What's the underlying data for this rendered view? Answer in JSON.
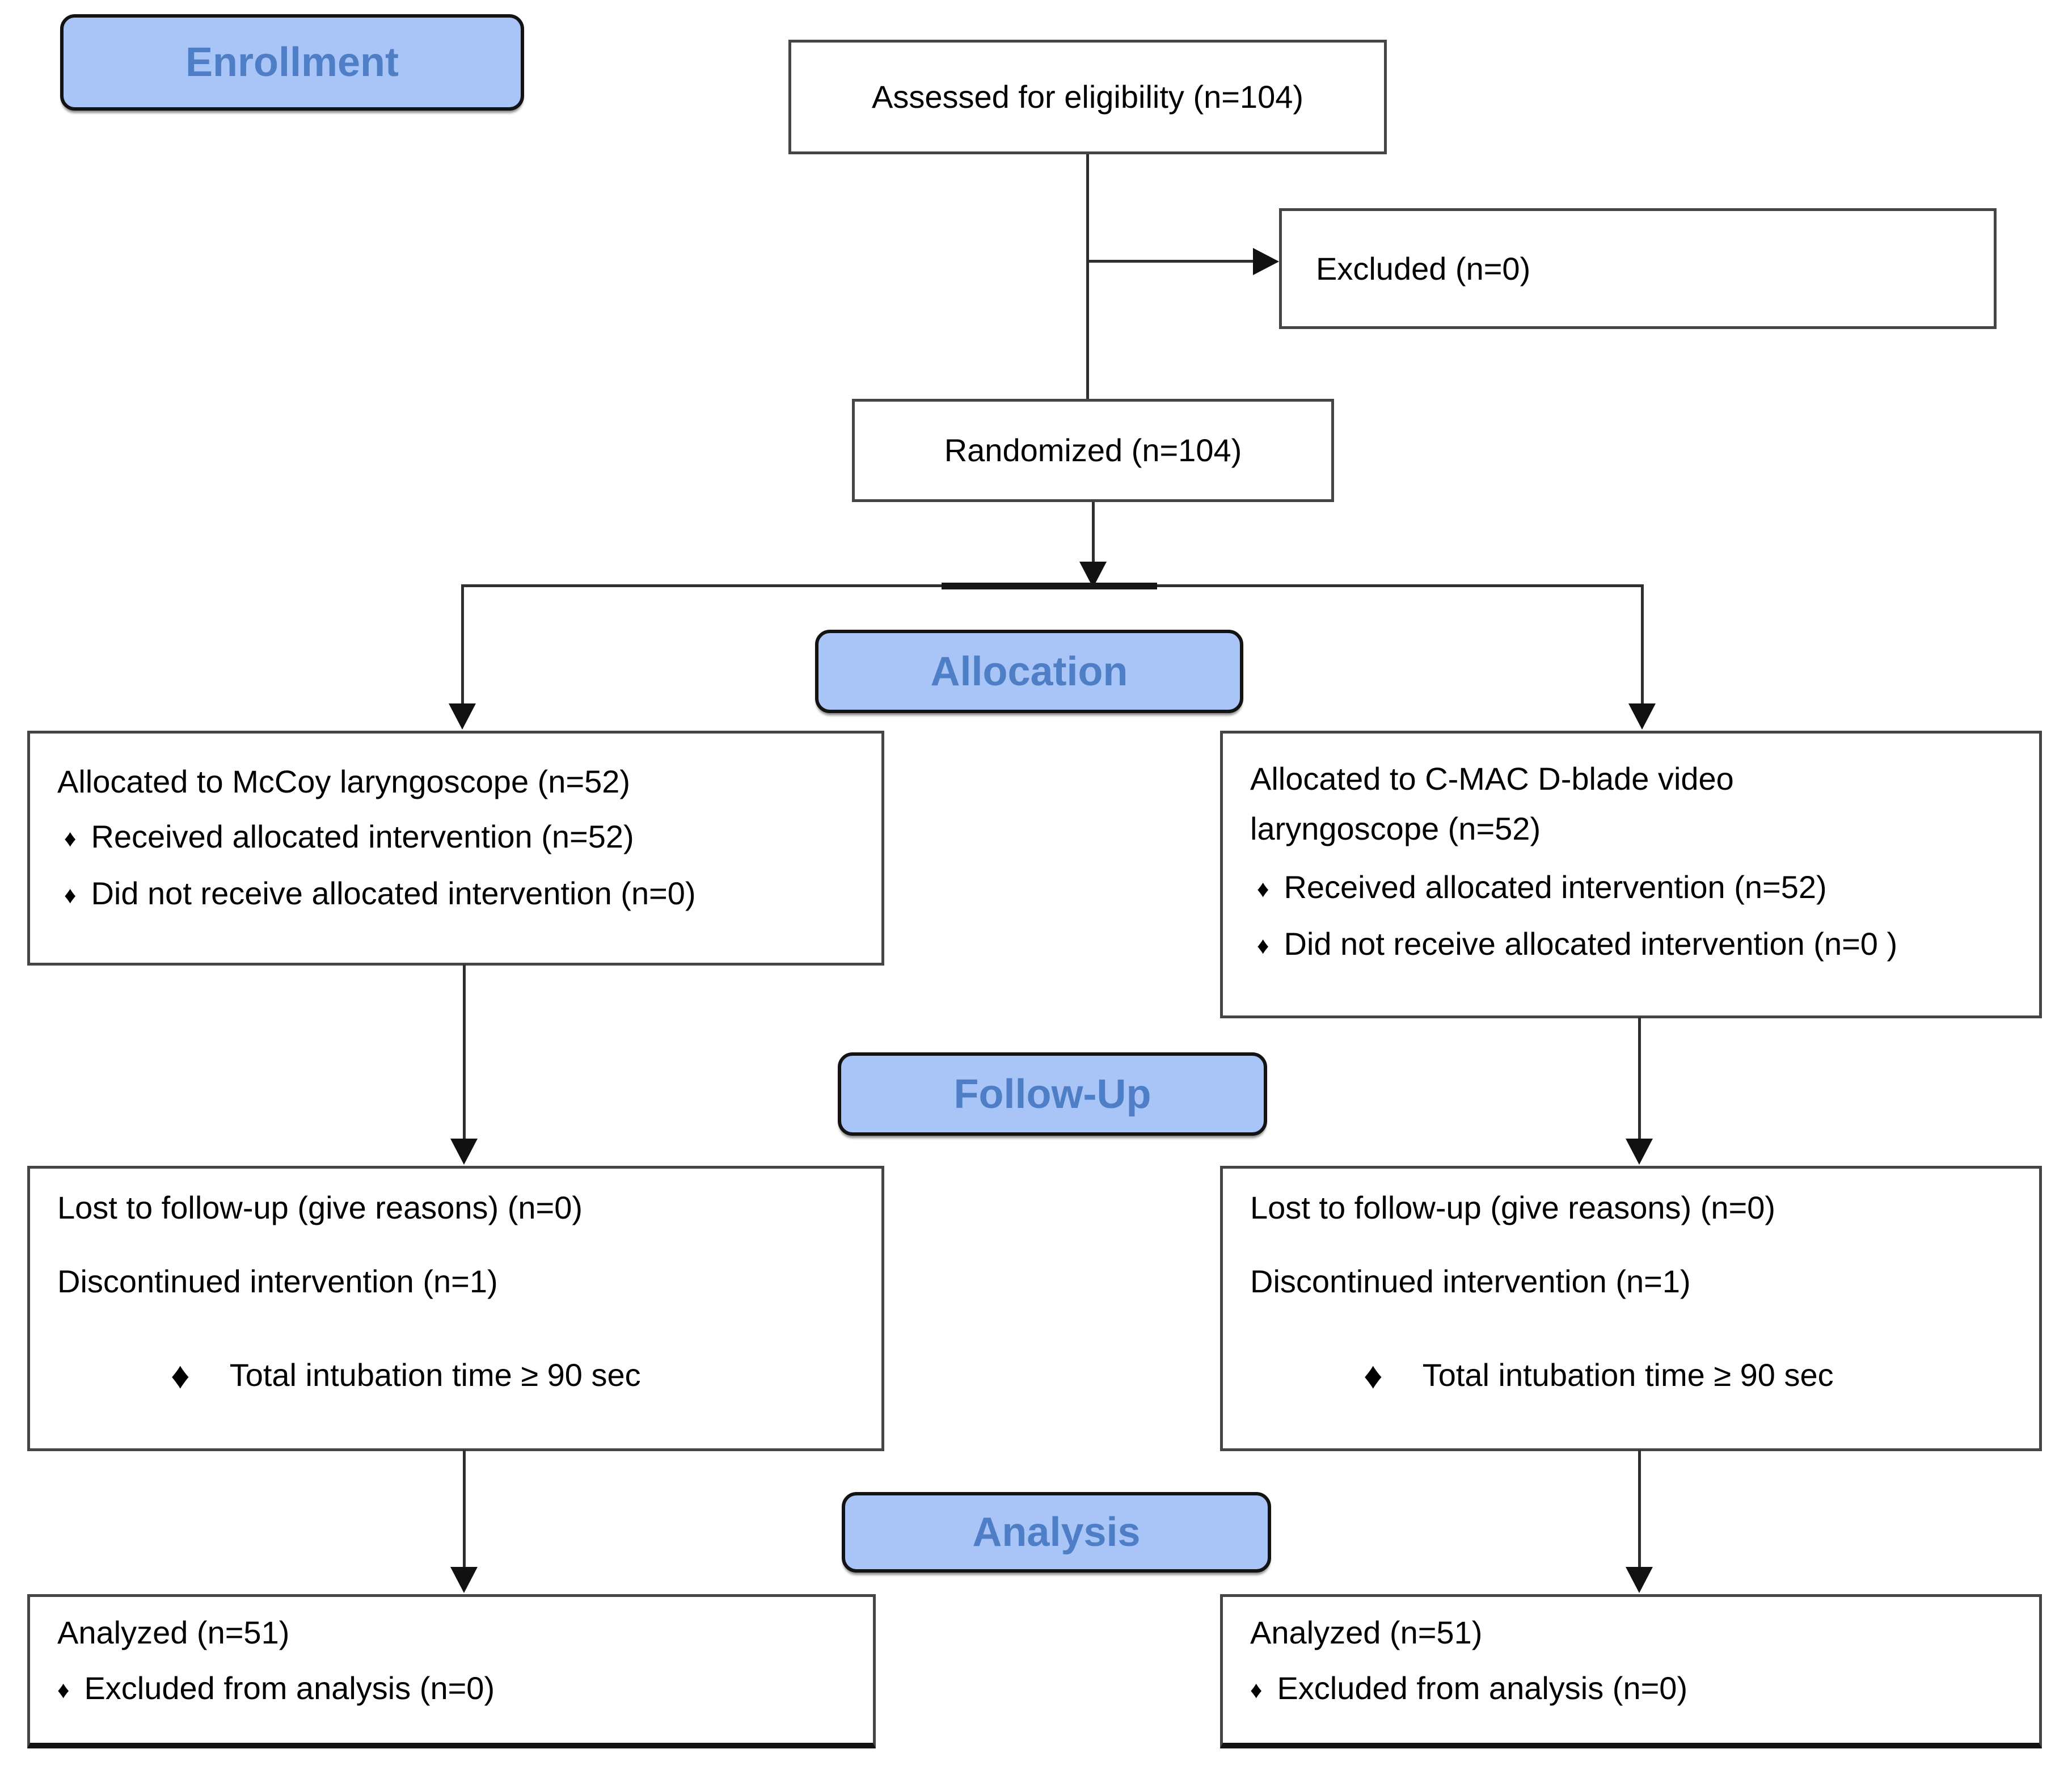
{
  "figure": {
    "type": "consort-flow-diagram",
    "colors": {
      "background": "#ffffff",
      "badge_fill": "#a9c4f6",
      "badge_text": "#4d7ec6",
      "badge_border": "#131313",
      "box_border": "#454545",
      "connector_line": "#2f2f2f",
      "text": "#000000"
    },
    "icons": {
      "bullet": "♦"
    },
    "badges": {
      "enrollment": "Enrollment",
      "allocation": "Allocation",
      "followup": "Follow-Up",
      "analysis": "Analysis"
    },
    "boxes": {
      "assessed": {
        "lines": [
          {
            "text": "Assessed for eligibility (n=104)",
            "bullet": "none"
          }
        ]
      },
      "excluded": {
        "lines": [
          {
            "text": "Excluded (n=0)",
            "bullet": "none"
          }
        ]
      },
      "randomized": {
        "lines": [
          {
            "text": "Randomized (n=104)",
            "bullet": "none"
          }
        ]
      },
      "allocation_left": {
        "lines": [
          {
            "text": "Allocated to McCoy laryngoscope (n=52)",
            "bullet": "none"
          },
          {
            "text": "Received allocated intervention (n=52)",
            "bullet": "small"
          },
          {
            "text": "Did not receive allocated intervention (n=0)",
            "bullet": "small"
          }
        ]
      },
      "allocation_right": {
        "lines": [
          {
            "text": "Allocated to C-MAC D-blade video",
            "bullet": "none"
          },
          {
            "text": "laryngoscope (n=52)",
            "bullet": "none"
          },
          {
            "text": "Received allocated intervention (n=52)",
            "bullet": "small"
          },
          {
            "text": "Did not receive allocated intervention (n=0 )",
            "bullet": "small"
          }
        ]
      },
      "followup_left": {
        "lines": [
          {
            "text": "Lost to follow-up (give reasons) (n=0)",
            "bullet": "none"
          },
          {
            "text": "Discontinued intervention (n=1)",
            "bullet": "none"
          },
          {
            "text": "Total intubation time ≥ 90 sec",
            "bullet": "large"
          }
        ]
      },
      "followup_right": {
        "lines": [
          {
            "text": "Lost to follow-up (give reasons) (n=0)",
            "bullet": "none"
          },
          {
            "text": "Discontinued intervention (n=1)",
            "bullet": "none"
          },
          {
            "text": "Total intubation time ≥ 90 sec",
            "bullet": "large"
          }
        ]
      },
      "analysis_left": {
        "lines": [
          {
            "text": "Analyzed (n=51)",
            "bullet": "none"
          },
          {
            "text": "Excluded from analysis (n=0)",
            "bullet": "small"
          }
        ]
      },
      "analysis_right": {
        "lines": [
          {
            "text": "Analyzed (n=51)",
            "bullet": "none"
          },
          {
            "text": "Excluded from analysis (n=0)",
            "bullet": "small"
          }
        ]
      }
    }
  }
}
